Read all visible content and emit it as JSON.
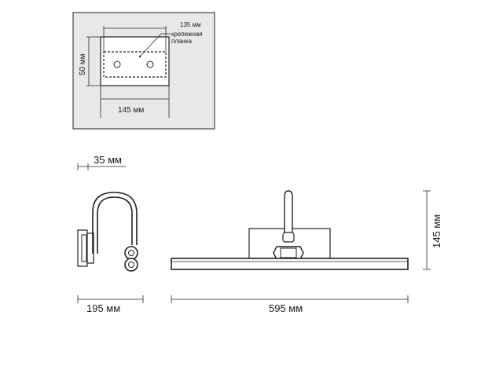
{
  "mount_plate": {
    "label_135": "135 мм",
    "label_strip_line1": "крепежная",
    "label_strip_line2": "планка",
    "label_50": "50 мм",
    "label_145": "145 мм"
  },
  "side_view": {
    "label_35": "35 мм",
    "label_195": "195 мм"
  },
  "front_view": {
    "label_595": "595 мм",
    "label_145": "145 мм"
  },
  "colors": {
    "frame_bg": "#e8e8e8",
    "plate_fill": "#ffffff",
    "line": "#2b2b2b"
  }
}
